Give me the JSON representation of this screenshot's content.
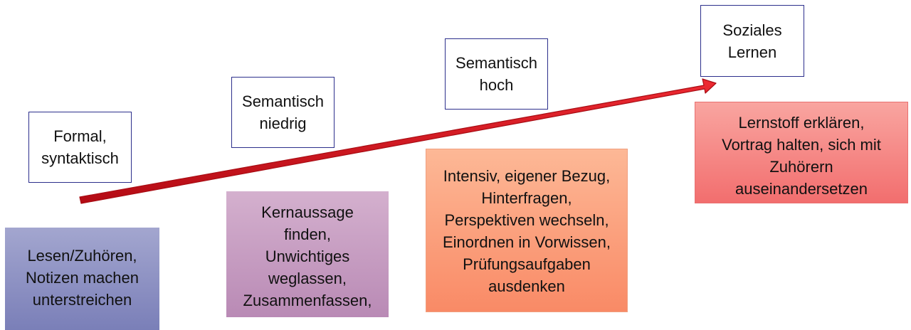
{
  "stages": [
    {
      "id": "formal",
      "lines": [
        "Formal,",
        "syntaktisch"
      ]
    },
    {
      "id": "sem-low",
      "lines": [
        "Semantisch",
        "niedrig"
      ]
    },
    {
      "id": "sem-high",
      "lines": [
        "Semantisch",
        "hoch"
      ]
    },
    {
      "id": "social",
      "lines": [
        "Soziales",
        "Lernen"
      ]
    }
  ],
  "activities": [
    {
      "id": "reading",
      "lines": [
        "Lesen/Zuhören,",
        "Notizen machen",
        "unterstreichen"
      ],
      "color_top": "#a3a6cf",
      "color_bottom": "#7a7fb8"
    },
    {
      "id": "core",
      "lines": [
        "Kernaussage",
        "finden,",
        "Unwichtiges",
        "weglassen,",
        "Zusammenfassen,"
      ],
      "color_top": "#d4b0ce",
      "color_bottom": "#b98ab5"
    },
    {
      "id": "intensive",
      "lines": [
        "Intensiv, eigener Bezug,",
        "Hinterfragen,",
        "Perspektiven wechseln,",
        "Einordnen in Vorwissen,",
        "Prüfungsaufgaben",
        "ausdenken"
      ],
      "color_top": "#fdb896",
      "color_bottom": "#f98a66"
    },
    {
      "id": "explain",
      "lines": [
        "Lernstoff erklären,",
        "Vortrag halten, sich mit",
        "Zuhörern",
        "auseinandersetzen"
      ],
      "color_top": "#f9a5a0",
      "color_bottom": "#f26e6e"
    }
  ],
  "colors": {
    "arrow": "#d9101a",
    "arrow_edge": "#a80c13",
    "box_border": "#2c2f8c"
  }
}
